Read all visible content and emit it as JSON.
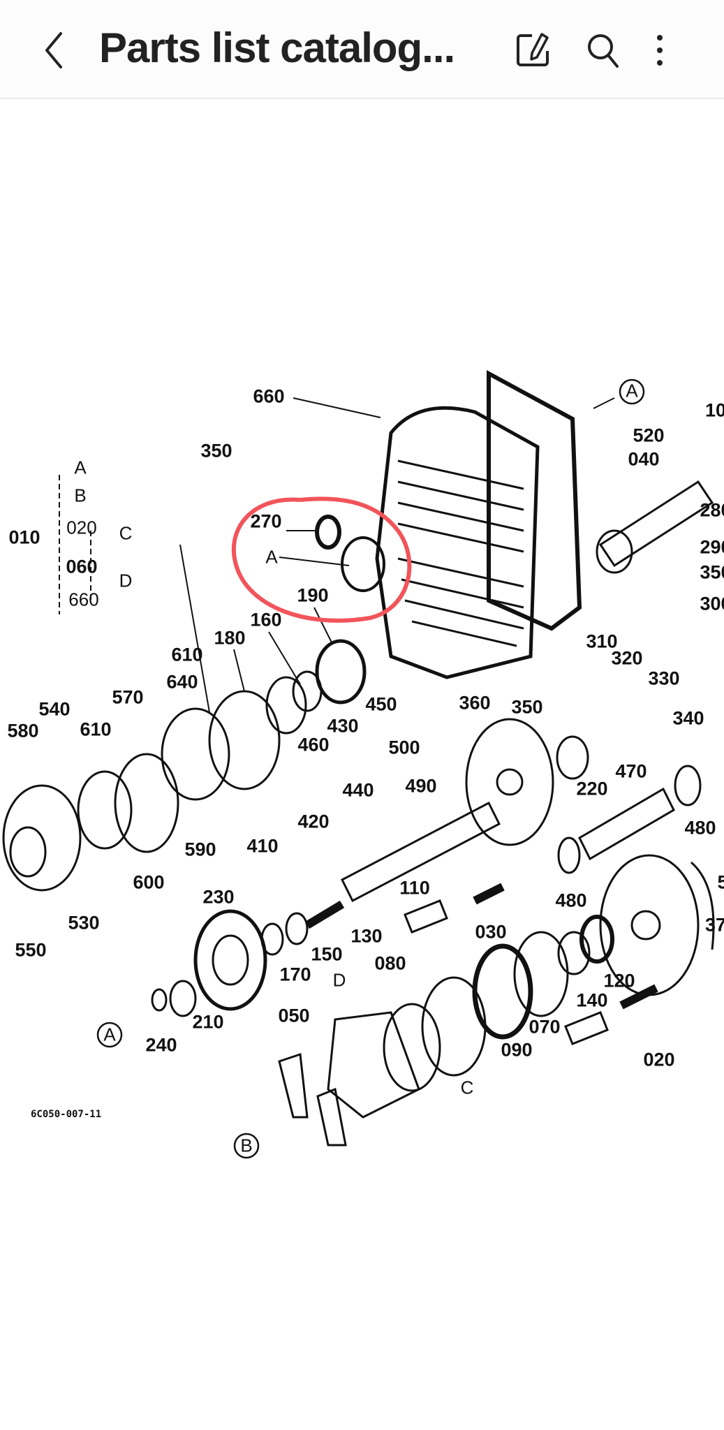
{
  "header": {
    "title": "Parts list catalog...",
    "icons": [
      "back-chevron-icon",
      "edit-icon",
      "search-icon",
      "more-vert-icon"
    ]
  },
  "diagram": {
    "labels": [
      "660",
      "350",
      "A",
      "10",
      "520",
      "040",
      "280",
      "290",
      "350",
      "300",
      "010",
      "A",
      "B",
      "020",
      "060",
      "660",
      "C",
      "D",
      "270",
      "A",
      "190",
      "160",
      "180",
      "610",
      "640",
      "570",
      "540",
      "580",
      "610",
      "310",
      "320",
      "330",
      "340",
      "450",
      "430",
      "360",
      "350",
      "460",
      "500",
      "440",
      "490",
      "220",
      "470",
      "480",
      "410",
      "420",
      "590",
      "600",
      "530",
      "550",
      "230",
      "110",
      "480",
      "5",
      "030",
      "130",
      "150",
      "170",
      "37",
      "080",
      "120",
      "140",
      "070",
      "090",
      "020",
      "D",
      "210",
      "240",
      "A",
      "050",
      "C",
      "B"
    ],
    "drawing_code": "6C050-007-11",
    "annotation_color": "#f2545b"
  }
}
